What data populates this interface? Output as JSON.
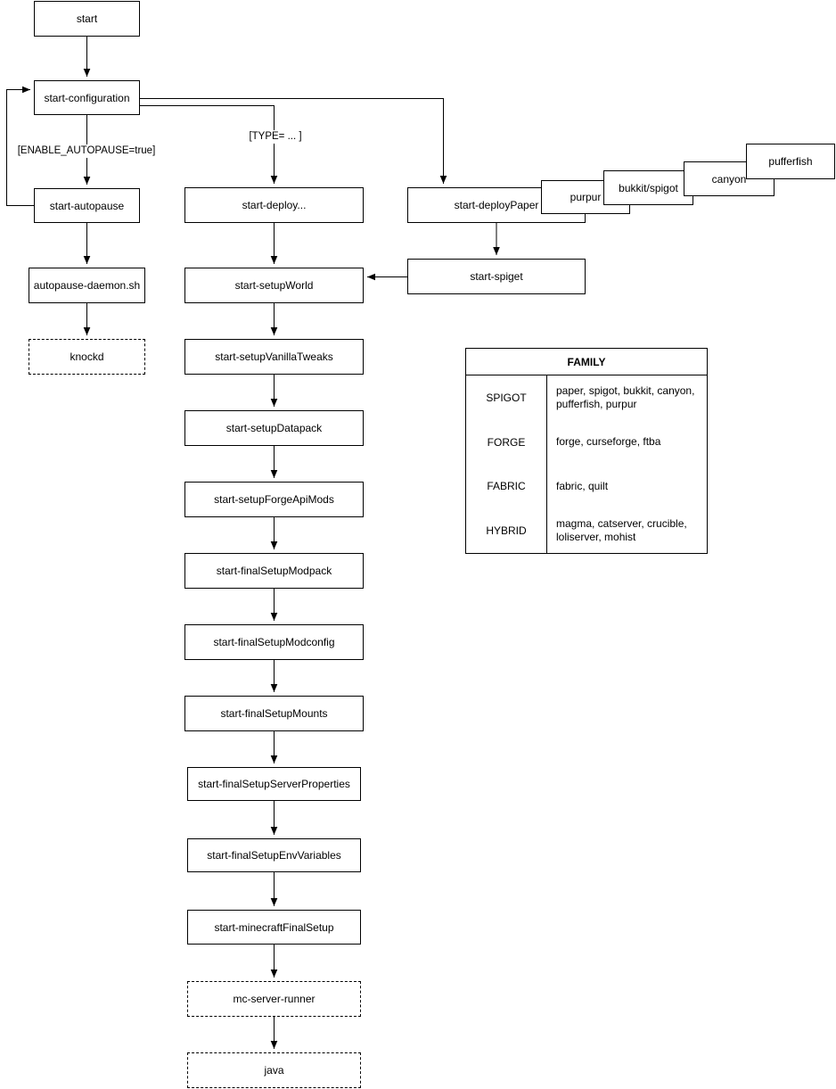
{
  "diagram": {
    "nodes": {
      "start": {
        "label": "start"
      },
      "start_configuration": {
        "label": "start-configuration"
      },
      "start_autopause": {
        "label": "start-autopause"
      },
      "autopause_daemon_sh": {
        "label": "autopause-daemon.sh"
      },
      "knockd": {
        "label": "knockd"
      },
      "start_deploy": {
        "label": "start-deploy..."
      },
      "start_deploypaper": {
        "label": "start-deployPaper"
      },
      "purpur": {
        "label": "purpur"
      },
      "bukkit_spigot": {
        "label": "bukkit/spigot"
      },
      "canyon": {
        "label": "canyon"
      },
      "pufferfish": {
        "label": "pufferfish"
      },
      "start_spiget": {
        "label": "start-spiget"
      },
      "start_setupworld": {
        "label": "start-setupWorld"
      },
      "start_setupvanillatweaks": {
        "label": "start-setupVanillaTweaks"
      },
      "start_setupdatapack": {
        "label": "start-setupDatapack"
      },
      "start_setupforgeapimods": {
        "label": "start-setupForgeApiMods"
      },
      "start_finalsetupmodpack": {
        "label": "start-finalSetupModpack"
      },
      "start_finalsetupmodconfig": {
        "label": "start-finalSetupModconfig"
      },
      "start_finalsetupmounts": {
        "label": "start-finalSetupMounts"
      },
      "start_finalsetupserverproperties": {
        "label": "start-finalSetupServerProperties"
      },
      "start_finalsetupenvvariables": {
        "label": "start-finalSetupEnvVariables"
      },
      "start_minecraftfinalsetup": {
        "label": "start-minecraftFinalSetup"
      },
      "mc_server_runner": {
        "label": "mc-server-runner"
      },
      "java": {
        "label": "java"
      }
    },
    "edge_labels": {
      "enable_autopause": "[ENABLE_AUTOPAUSE=true]",
      "type_branch": "[TYPE= ... ]"
    }
  },
  "family_table": {
    "title": "FAMILY",
    "rows": [
      {
        "family": "SPIGOT",
        "members": "paper, spigot, bukkit, canyon, pufferfish, purpur"
      },
      {
        "family": "FORGE",
        "members": "forge, curseforge, ftba"
      },
      {
        "family": "FABRIC",
        "members": "fabric, quilt"
      },
      {
        "family": "HYBRID",
        "members": "magma, catserver, crucible, loliserver, mohist"
      }
    ]
  },
  "colors": {
    "line": "#000000",
    "node_fill": "#ffffff",
    "text": "#000000",
    "canvas": "#ffffff"
  }
}
